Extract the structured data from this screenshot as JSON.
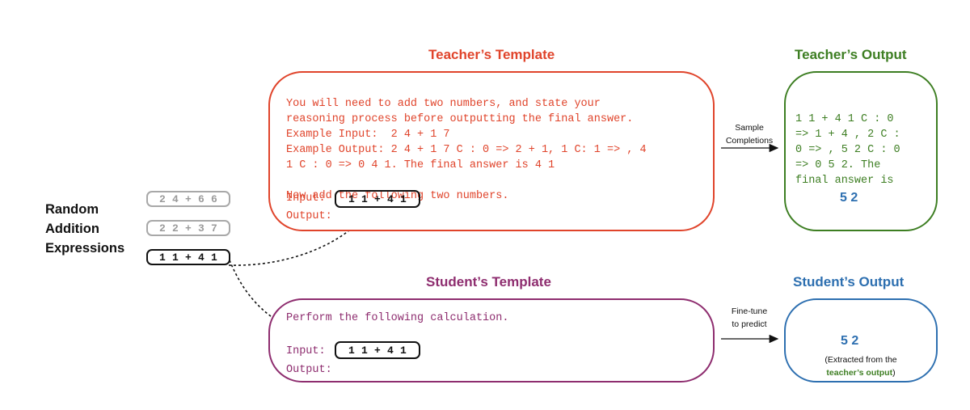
{
  "left_label": {
    "lines": [
      "Random",
      "Addition",
      "Expressions"
    ]
  },
  "expressions": [
    "2 4 + 6 6",
    "2 2 + 3 7",
    "1 1 + 4 1"
  ],
  "teacher_template": {
    "title": "Teacher’s Template",
    "lines": [
      "You will need to add two numbers, and state your",
      "reasoning process before outputting the final answer.",
      "Example Input:  2 4 + 1 7",
      "Example Output: 2 4 + 1 7 C : 0 => 2 + 1, 1 C: 1 => , 4",
      "1 C : 0 => 0 4 1. The final answer is 4 1",
      "",
      "Now add the following two numbers."
    ],
    "input_label": "Input:",
    "input_value": "1 1 + 4 1",
    "output_label": "Output:"
  },
  "teacher_output": {
    "title": "Teacher’s Output",
    "lines": [
      "1 1 + 4 1 C : 0",
      "=> 1 + 4 , 2 C :",
      "0 => , 5 2 C : 0",
      "=> 0 5 2. The",
      "final answer is"
    ],
    "answer": "5 2"
  },
  "student_template": {
    "title": "Student’s Template",
    "instruction": "Perform the following calculation.",
    "input_label": "Input:",
    "input_value": "1 1 + 4 1",
    "output_label": "Output:"
  },
  "student_output": {
    "title": "Student’s Output",
    "answer": "5 2",
    "note_line1": "(Extracted from the",
    "note_highlight": "teacher’s output",
    "note_close": ")"
  },
  "arrows": {
    "top_line1": "Sample",
    "top_line2": "Completions",
    "bottom_line1": "Fine-tune",
    "bottom_line2": "to predict"
  },
  "colors": {
    "teacher": "#e0442b",
    "teacher_output": "#3d7e22",
    "student": "#8e2d6f",
    "student_output": "#2d6fb0"
  }
}
